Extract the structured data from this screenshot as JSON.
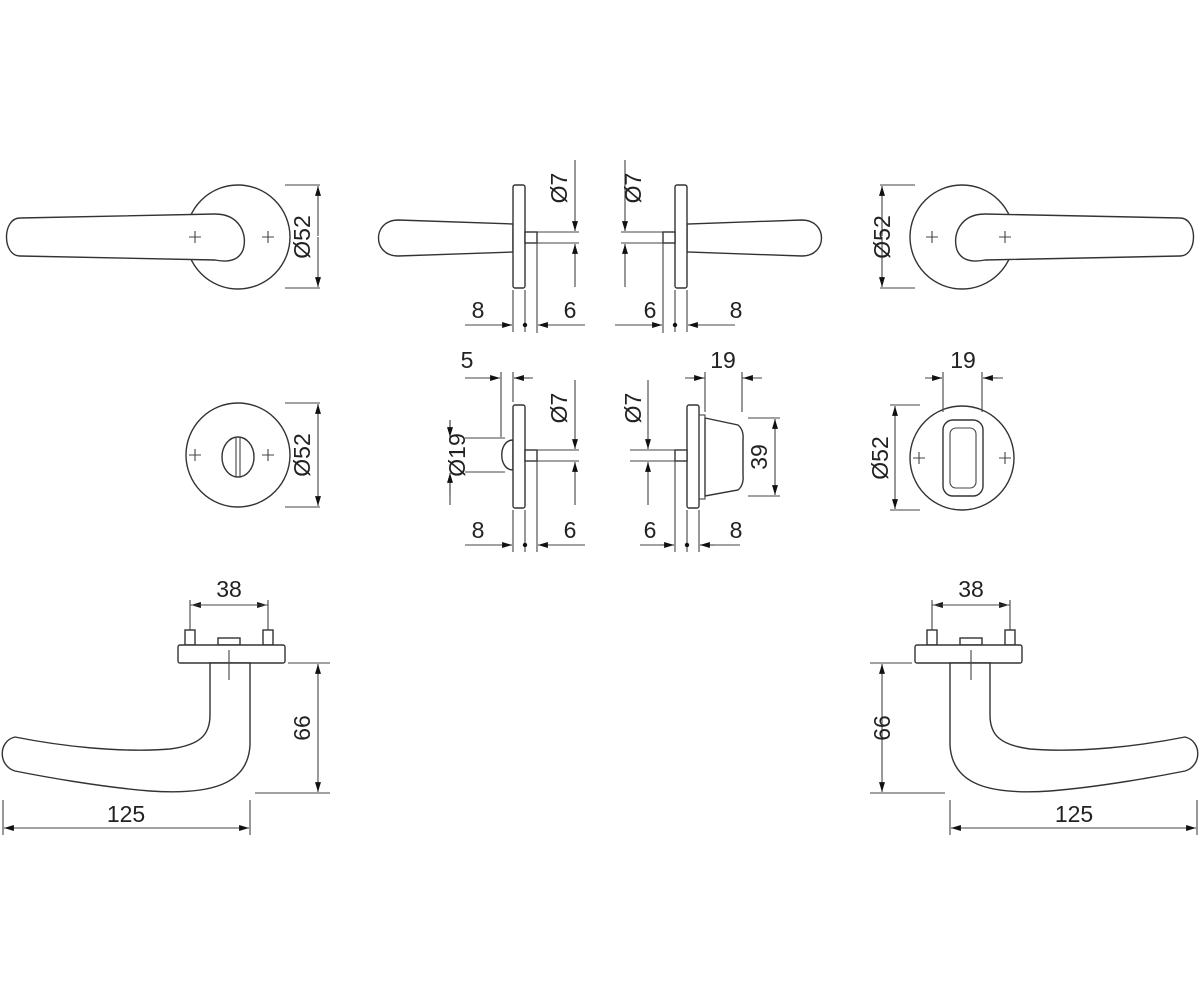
{
  "drawing": {
    "top_row": {
      "rose_diameter": "Ø52",
      "spindle_diameter": "Ø7",
      "rose_thickness": "8",
      "spindle_offset": "6"
    },
    "middle_left": {
      "rose_diameter": "Ø52",
      "turn_diameter": "Ø19",
      "turn_depth": "5",
      "spindle_diameter": "Ø7",
      "rose_thickness": "8",
      "spindle_offset": "6"
    },
    "middle_right": {
      "cylinder_width": "19",
      "cylinder_height": "39",
      "spindle_diameter": "Ø7",
      "rose_thickness": "8",
      "spindle_offset": "6",
      "escutcheon_width": "19",
      "rose_diameter": "Ø52"
    },
    "bottom_row": {
      "screw_spacing": "38",
      "lever_height": "66",
      "lever_length": "125"
    }
  },
  "colors": {
    "line": "#333333",
    "background": "#ffffff"
  }
}
